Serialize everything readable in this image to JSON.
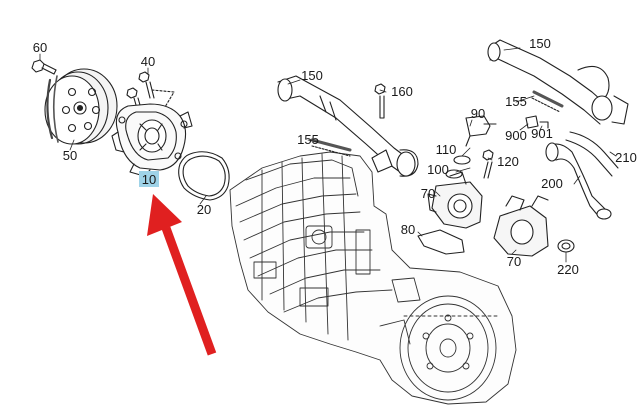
{
  "diagram": {
    "labels": {
      "p10": "10",
      "p20": "20",
      "p40": "40",
      "p50": "50",
      "p60": "60",
      "p70a": "70",
      "p70b": "70",
      "p80": "80",
      "p90": "90",
      "p100": "100",
      "p110": "110",
      "p120": "120",
      "p150a": "150",
      "p150b": "150",
      "p155a": "155",
      "p155b": "155",
      "p160": "160",
      "p200": "200",
      "p210": "210",
      "p220": "220",
      "p900": "900",
      "p901": "901"
    },
    "highlighted_part": "10",
    "colors": {
      "arrow": "#e02020",
      "highlight": "#9fd3e8",
      "line": "#222222"
    }
  }
}
